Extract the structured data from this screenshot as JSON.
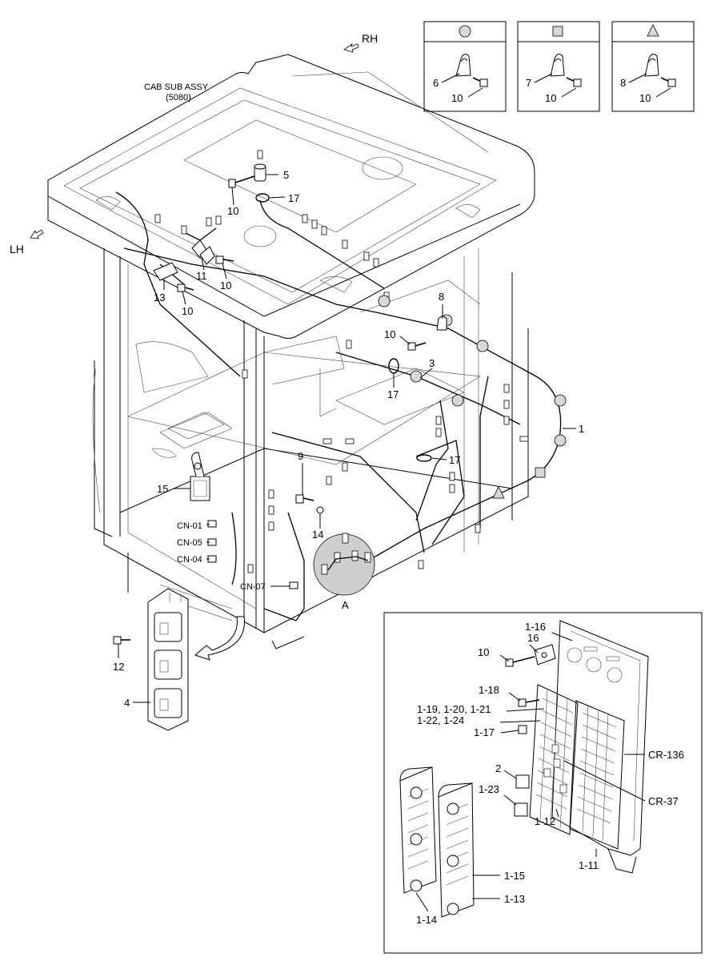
{
  "header": {
    "cab_title": "CAB SUB ASSY",
    "cab_code": "(5080)",
    "direction_rh": "RH",
    "direction_lh": "LH"
  },
  "legend": {
    "panels": [
      {
        "symbol": "circle",
        "part": "6",
        "bolt": "10"
      },
      {
        "symbol": "square",
        "part": "7",
        "bolt": "10"
      },
      {
        "symbol": "triangle",
        "part": "8",
        "bolt": "10"
      }
    ]
  },
  "callouts": {
    "c5": "5",
    "c17a": "17",
    "c10a": "10",
    "c11": "11",
    "c10b": "10",
    "c13": "13",
    "c10c": "10",
    "c8": "8",
    "c10d": "10",
    "c3": "3",
    "c17b": "17",
    "c1": "1",
    "c9": "9",
    "c17c": "17",
    "c15": "15",
    "c14": "14",
    "cn01": "CN-01",
    "cn05": "CN-05",
    "cn04": "CN-04",
    "cn07": "CN-07",
    "detailA": "A",
    "c12": "12",
    "c4": "4"
  },
  "inset": {
    "l116": "1-16",
    "l16": "16",
    "l10": "10",
    "l118": "1-18",
    "l119": "1-19, 1-20, 1-21",
    "l122": "1-22, 1-24",
    "l117": "1-17",
    "l2": "2",
    "l123": "1-23",
    "cr136": "CR-136",
    "cr37": "CR-37",
    "l112": "1-12",
    "l111": "1-11",
    "l115": "1-15",
    "l113": "1-13",
    "l114": "1-14"
  }
}
